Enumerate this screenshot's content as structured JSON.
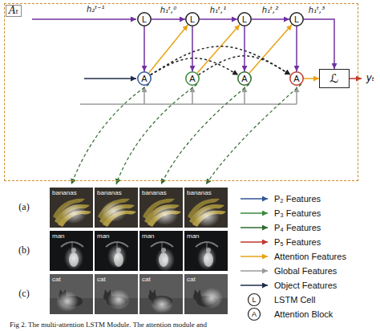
{
  "diagram": {
    "caption": "Fig 2. The multi-attention LSTM Module. The attention module and",
    "nodes": [
      {
        "text": [
          "Aₜ"
        ]
      },
      {
        "text": [
          "L"
        ],
        "in": 0
      },
      {
        "text": [
          "L"
        ],
        "in": 0
      },
      {
        "text": [
          "L"
        ],
        "in": 0
      },
      {
        "text": [
          "L"
        ],
        "in": 0
      },
      {
        "text": [
          "A"
        ],
        "in": 0
      },
      {
        "text": [
          "A"
        ],
        "in": 0
      },
      {
        "text": [
          "A"
        ],
        "in": 0
      },
      {
        "text": [
          "A"
        ],
        "in": 0
      },
      {
        "text": [
          "ℒ"
        ],
        "in": 0
      }
    ],
    "edges": [
      {
        "from": 1,
        "to": 2,
        "arrow": "to",
        "label": "h₁ᵗ,⁰"
      },
      {
        "from": 2,
        "to": 3,
        "arrow": "to",
        "label": "h₁ᵗ,¹"
      },
      {
        "from": 3,
        "to": 4,
        "arrow": "to",
        "label": "h₁ᵗ,²"
      },
      {
        "from": 4,
        "to": 9,
        "arrow": "to",
        "label": "h₁ᵗ,³"
      },
      {
        "from": 1,
        "to": 5,
        "arrow": "to"
      },
      {
        "from": 2,
        "to": 6,
        "arrow": "to"
      },
      {
        "from": 3,
        "to": 7,
        "arrow": "to"
      },
      {
        "from": 4,
        "to": 8,
        "arrow": "to"
      },
      {
        "from": 5,
        "to": 2,
        "arrow": "to"
      },
      {
        "from": 6,
        "to": 3,
        "arrow": "to"
      },
      {
        "from": 7,
        "to": 4,
        "arrow": "to"
      },
      {
        "from": 8,
        "to": 9,
        "arrow": "to"
      },
      {
        "from": 5,
        "to": 7,
        "arrow": "to"
      },
      {
        "from": 6,
        "to": 8,
        "arrow": "to"
      },
      {
        "from": 5,
        "to": 8,
        "arrow": "to"
      }
    ],
    "labels": [
      "h₂ᵗ⁻¹",
      "yₜ",
      "(a)",
      "(b)",
      "(c)",
      "bananas",
      "bananas",
      "bananas",
      "bananas",
      "man",
      "man",
      "man",
      "man",
      "cat",
      "cat",
      "cat",
      "cat",
      "L",
      "A"
    ],
    "legend": [
      {
        "text": "P₂ Features"
      },
      {
        "text": "P₃ Features"
      },
      {
        "text": "P₄ Features"
      },
      {
        "text": "P₅ Features"
      },
      {
        "text": "Attention Features"
      },
      {
        "text": "Global Features"
      },
      {
        "text": "Object Features"
      },
      {
        "text": "LSTM Cell"
      },
      {
        "text": "Attention Block"
      }
    ]
  }
}
